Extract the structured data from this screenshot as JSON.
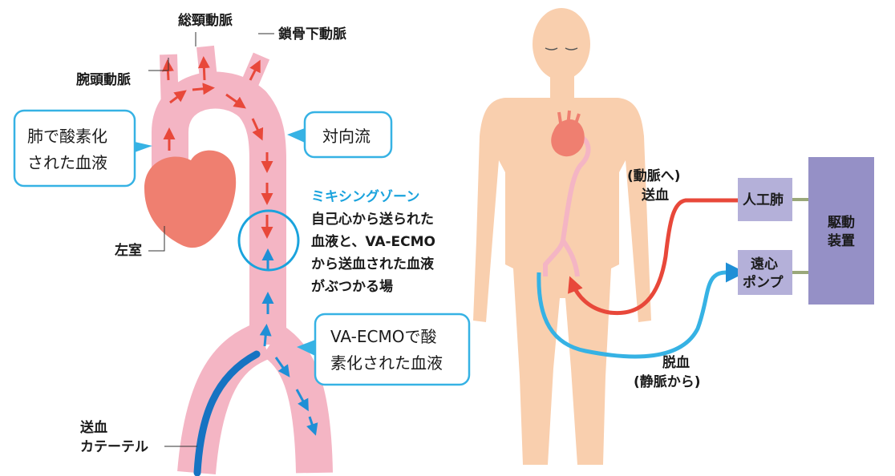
{
  "labels": {
    "brachiocephalic": "腕頭動脈",
    "common_carotid": "総頸動脈",
    "subclavian": "鎖骨下動脈",
    "left_ventricle": "左室",
    "catheter_line1": "送血",
    "catheter_line2": "カテーテル"
  },
  "callouts": {
    "lung_oxygenated": [
      "肺で酸素化",
      "された血液"
    ],
    "counterflow": "対向流",
    "ecmo_oxygenated": [
      "VA-ECMOで酸",
      "素化された血液"
    ]
  },
  "mixing_zone": {
    "title": "ミキシングゾーン",
    "desc": [
      "自己心から送られた",
      "血液と、VA-ECMO",
      "から送血された血液",
      "がぶつかる場"
    ]
  },
  "circuit": {
    "return_flow": [
      "(動脈へ)",
      "送血"
    ],
    "drainage": [
      "脱血",
      "(静脈から)"
    ],
    "oxygenator": "人工肺",
    "pump": [
      "遠心",
      "ポンプ"
    ],
    "drive_unit": [
      "駆動",
      "装置"
    ]
  },
  "colors": {
    "vessel": "#f4b5c4",
    "heart": "#ef7f70",
    "arrow_red": "#e8483a",
    "arrow_blue": "#1f8fd6",
    "catheter": "#1673c2",
    "callout_border": "#36b2e4",
    "body": "#f9cfae",
    "device": "#b4b0d9",
    "drive": "#9590c6"
  }
}
